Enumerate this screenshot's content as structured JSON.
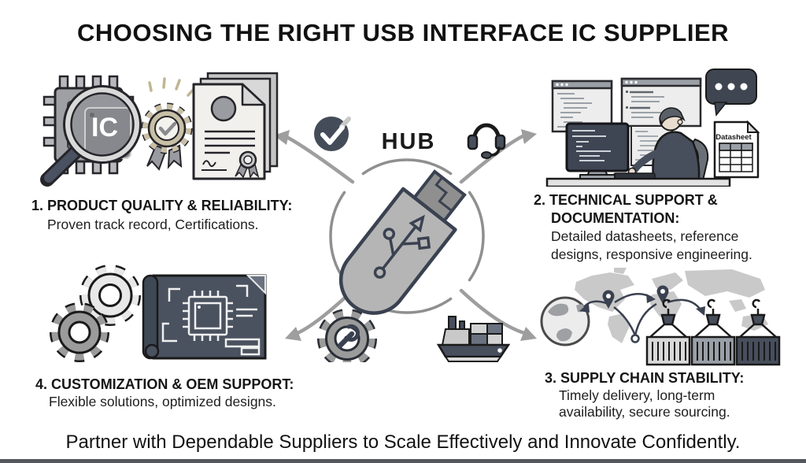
{
  "title": "CHOOSING THE RIGHT USB INTERFACE IC SUPPLIER",
  "labels": {
    "hub": "HUB",
    "ic": "IC",
    "datasheet": "Datasheet"
  },
  "quadrants": {
    "q1": {
      "heading": "1. PRODUCT QUALITY & RELIABILITY:",
      "body": "Proven track record, Certifications."
    },
    "q2": {
      "heading1": "2. TECHNICAL SUPPORT &",
      "heading2": "DOCUMENTATION:",
      "body1": "Detailed datasheets, reference",
      "body2": "designs, responsive engineering."
    },
    "q3": {
      "heading": "3. SUPPLY CHAIN STABILITY:",
      "body1": "Timely delivery, long-term",
      "body2": "availability, secure sourcing."
    },
    "q4": {
      "heading": "4. CUSTOMIZATION & OEM SUPPORT:",
      "body": "Flexible solutions, optimized designs."
    }
  },
  "footer": "Partner with Dependable Suppliers to Scale Effectively and Innovate Confidently.",
  "icons": {
    "magnifier-ic": "magnifying glass over IC chip",
    "badge-check": "certification rosette with checkmark",
    "certificates": "stack of certificate documents",
    "check-circle": "dark circle with white checkmark",
    "headset": "support headset",
    "workstation": "engineer at multi-monitor desk",
    "speech-bubble": "chat bubble with three dots",
    "datasheet-doc": "datasheet document with table",
    "usb-drive": "USB flash drive hub",
    "gear-wrench": "gear with wrench",
    "cargo-ship": "container ship",
    "globe-map": "globe with world map and pins",
    "containers": "three hanging shipping containers",
    "gears": "two meshing gears",
    "blueprint": "dark blueprint scroll with chip schematic"
  },
  "colors": {
    "accent_dark": "#474e5c",
    "arrow_gray": "#9e9e9e",
    "outline": "#1a1a1a",
    "light_gray": "#d9d9d9",
    "mid_gray": "#9aa0a8",
    "badge_tan": "#c8bfa6",
    "map_gray": "#c9c9c9",
    "bottom_bar": "#54585c"
  }
}
